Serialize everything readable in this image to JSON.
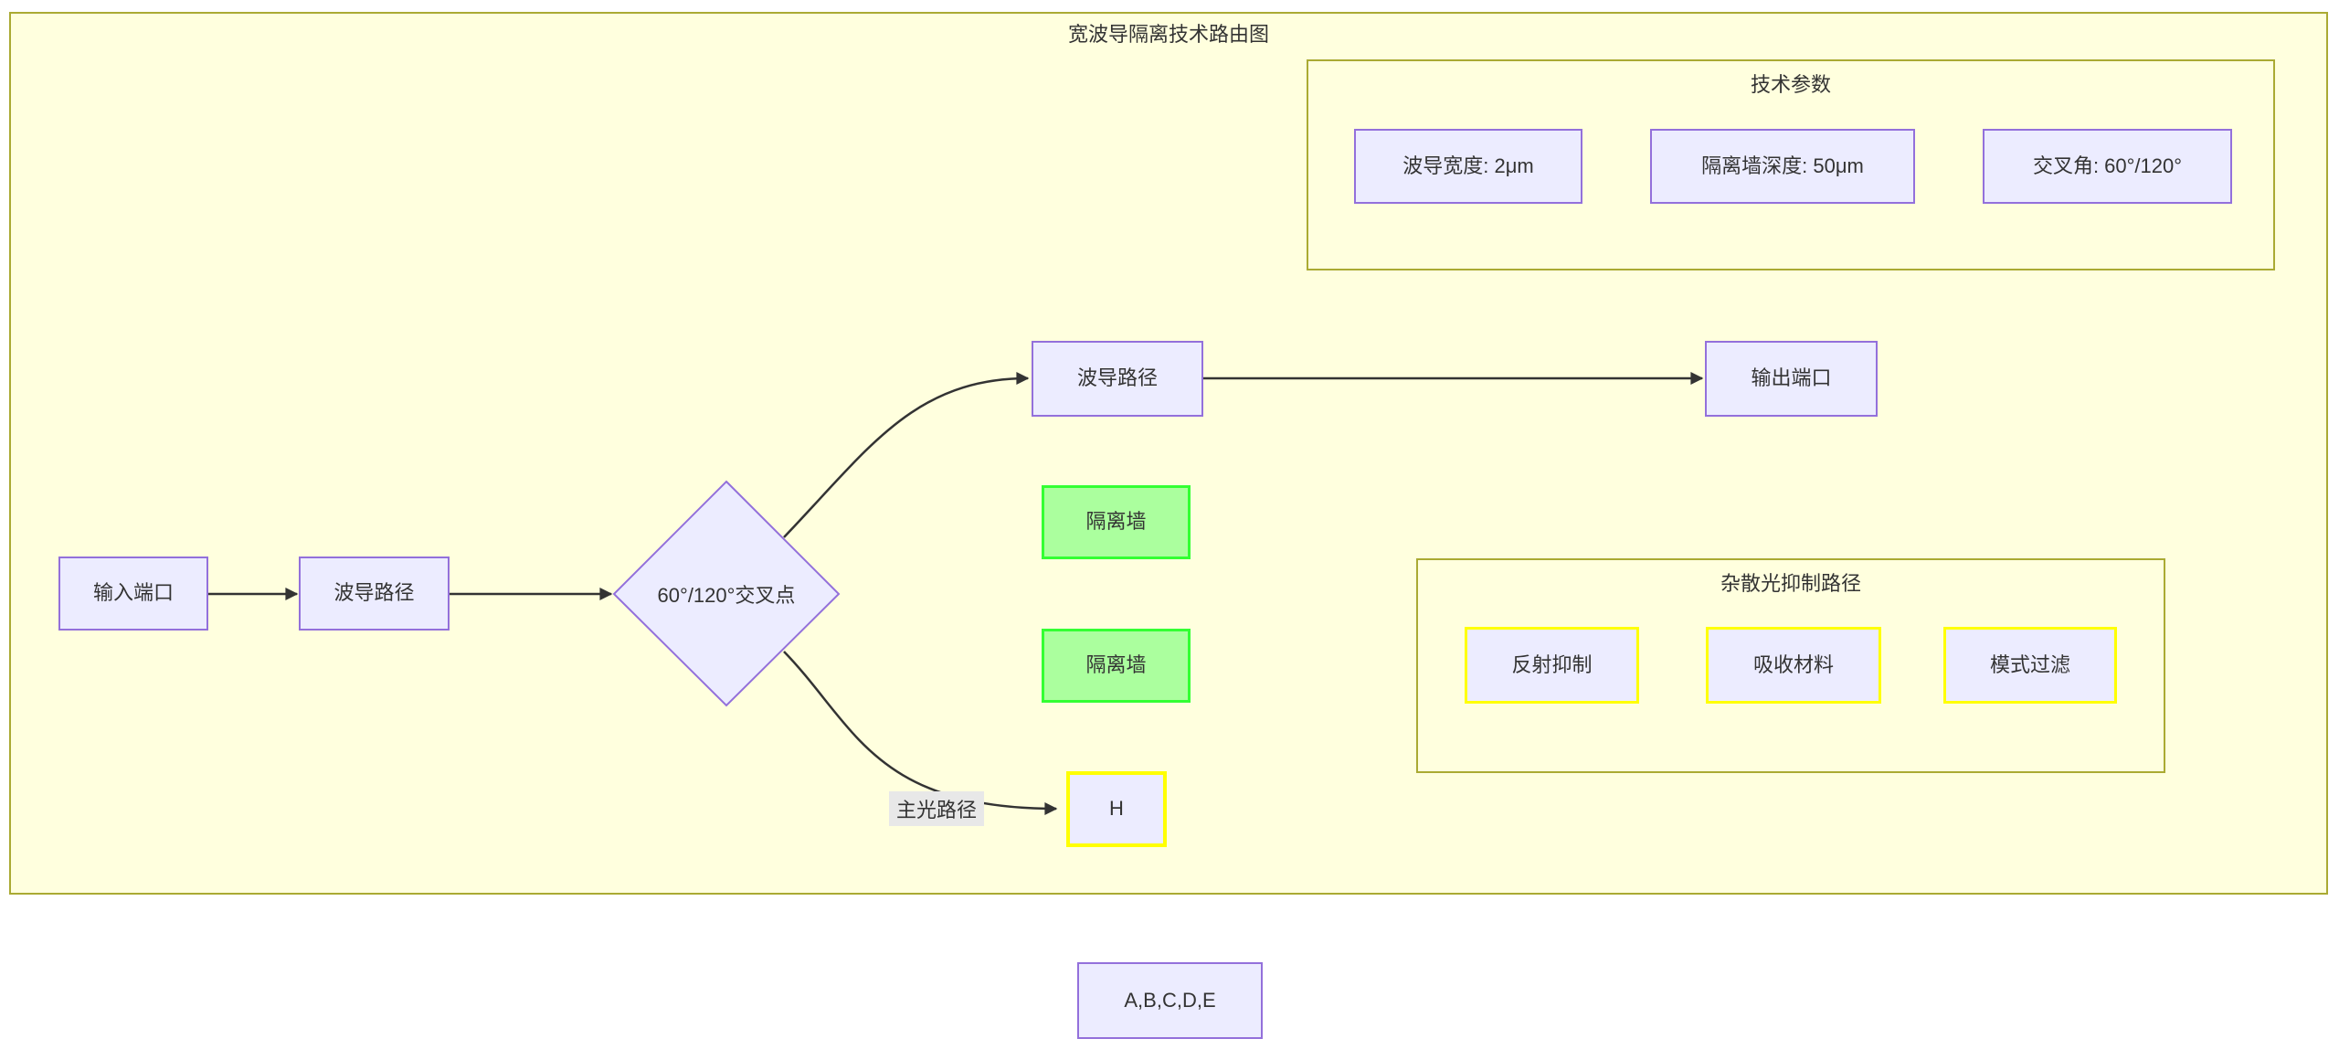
{
  "diagram": {
    "title": "宽波导隔离技术路由图",
    "nodes": {
      "input_port": {
        "label": "输入端口"
      },
      "waveguide_path_main": {
        "label": "波导路径"
      },
      "cross_point": {
        "label": "60°/120°交叉点",
        "shape": "diamond"
      },
      "waveguide_path_out": {
        "label": "波导路径"
      },
      "output_port": {
        "label": "输出端口"
      },
      "isolation_wall_top": {
        "label": "隔离墙"
      },
      "isolation_wall_bottom": {
        "label": "隔离墙"
      },
      "h_node": {
        "label": "H"
      },
      "standalone_list": {
        "label": "A,B,C,D,E"
      }
    },
    "edge_label": "主光路径",
    "subgraph_tech": {
      "title": "技术参数",
      "param_waveguide_width": "波导宽度: 2μm",
      "param_wall_depth": "隔离墙深度: 50μm",
      "param_cross_angle": "交叉角: 60°/120°"
    },
    "subgraph_stray": {
      "title": "杂散光抑制路径",
      "item_reflection": "反射抑制",
      "item_absorb": "吸收材料",
      "item_mode_filter": "模式过滤"
    },
    "colors": {
      "node_fill": "#ECECFF",
      "node_border": "#9370DB",
      "green_fill": "#abff9e",
      "green_border": "#33ff33",
      "yellow_border": "#ffff00",
      "subgraph_fill": "#ffffde",
      "subgraph_border": "#aaaa33",
      "edge_color": "#333333",
      "edge_label_bg": "#e8e8e8",
      "text_color": "#333333"
    }
  }
}
